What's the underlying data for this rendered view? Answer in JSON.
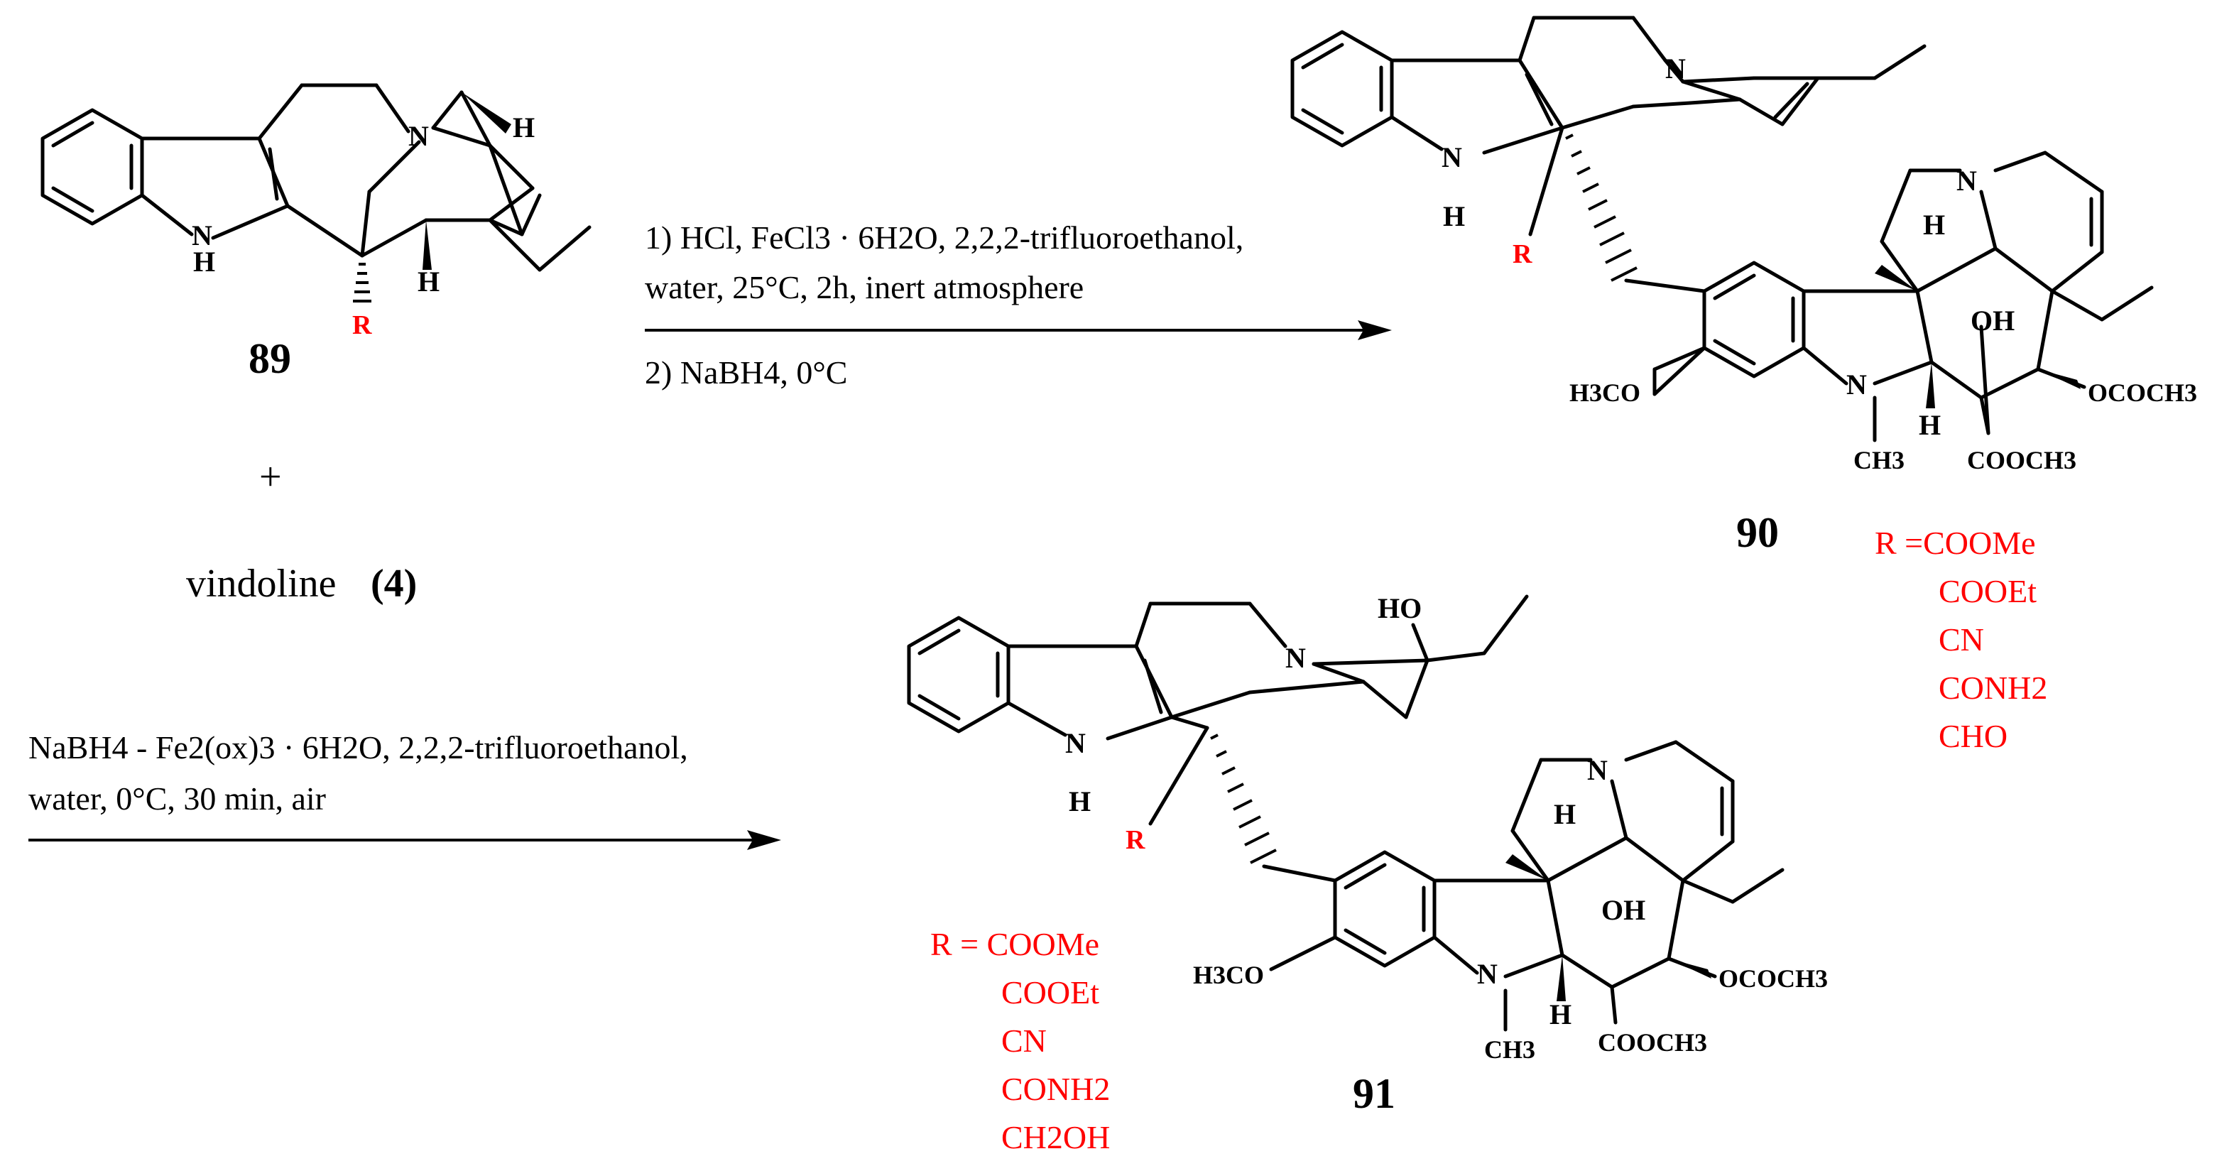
{
  "compounds": {
    "c89": {
      "label": "89",
      "substituent": "R",
      "n_label": "N",
      "nh_label": "N",
      "h_label": "H",
      "h_top": "H",
      "h_bottom": "H"
    },
    "vindoline": {
      "plus": "+",
      "name": "vindoline",
      "number": "(4)"
    },
    "c90": {
      "label": "90",
      "n_top": "N",
      "n_indole": "N",
      "h_indole": "H",
      "r_label": "R",
      "n_vind": "N",
      "h_vind": "H",
      "oh": "OH",
      "n_me": "N",
      "ch3": "CH3",
      "h_low": "H",
      "h3co": "H3CO",
      "ococh3": "OCOCH3",
      "cooch3": "COOCH3",
      "r_defs": [
        "R =COOMe",
        "COOEt",
        "CN",
        "CONH2",
        "CHO"
      ]
    },
    "c91": {
      "label": "91",
      "ho": "HO",
      "n_top": "N",
      "n_indole": "N",
      "h_indole": "H",
      "r_label": "R",
      "n_vind": "N",
      "h_vind": "H",
      "oh": "OH",
      "n_me": "N",
      "ch3": "CH3",
      "h_low": "H",
      "h3co": "H3CO",
      "ococh3": "OCOCH3",
      "cooch3": "COOCH3",
      "r_defs": [
        "R =  COOMe",
        "COOEt",
        "CN",
        "CONH2",
        "CH2OH"
      ]
    }
  },
  "reaction1": {
    "line1": "1) HCl, FeCl3 · 6H2O, 2,2,2-trifluoroethanol,",
    "line2": "water, 25°C, 2h, inert atmosphere",
    "line3": "2) NaBH4, 0°C"
  },
  "reaction2": {
    "line1": "NaBH4 - Fe2(ox)3 · 6H2O, 2,2,2-trifluoroethanol,",
    "line2": "water, 0°C, 30 min, air"
  },
  "colors": {
    "r_group": "#ff0000",
    "structure": "#000000"
  }
}
